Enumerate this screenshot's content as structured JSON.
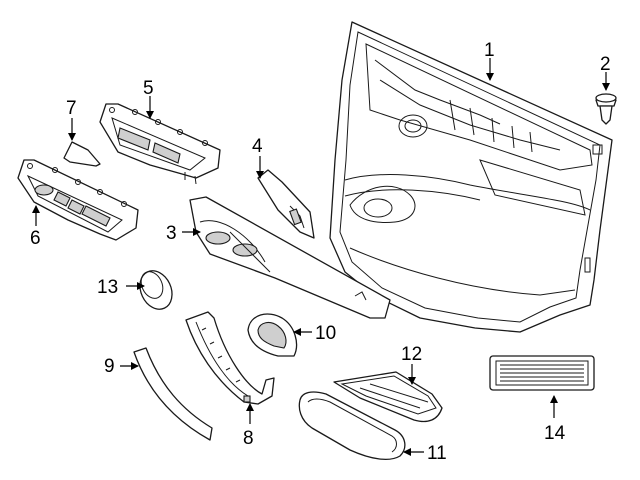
{
  "diagram": {
    "callouts": [
      {
        "id": "1",
        "label": "1"
      },
      {
        "id": "2",
        "label": "2"
      },
      {
        "id": "3",
        "label": "3"
      },
      {
        "id": "4",
        "label": "4"
      },
      {
        "id": "5",
        "label": "5"
      },
      {
        "id": "6",
        "label": "6"
      },
      {
        "id": "7",
        "label": "7"
      },
      {
        "id": "8",
        "label": "8"
      },
      {
        "id": "9",
        "label": "9"
      },
      {
        "id": "10",
        "label": "10"
      },
      {
        "id": "11",
        "label": "11"
      },
      {
        "id": "12",
        "label": "12"
      },
      {
        "id": "13",
        "label": "13"
      },
      {
        "id": "14",
        "label": "14"
      }
    ],
    "colors": {
      "line": "#1a1a1a",
      "background": "#ffffff",
      "shade": "#cfcfcf"
    }
  }
}
